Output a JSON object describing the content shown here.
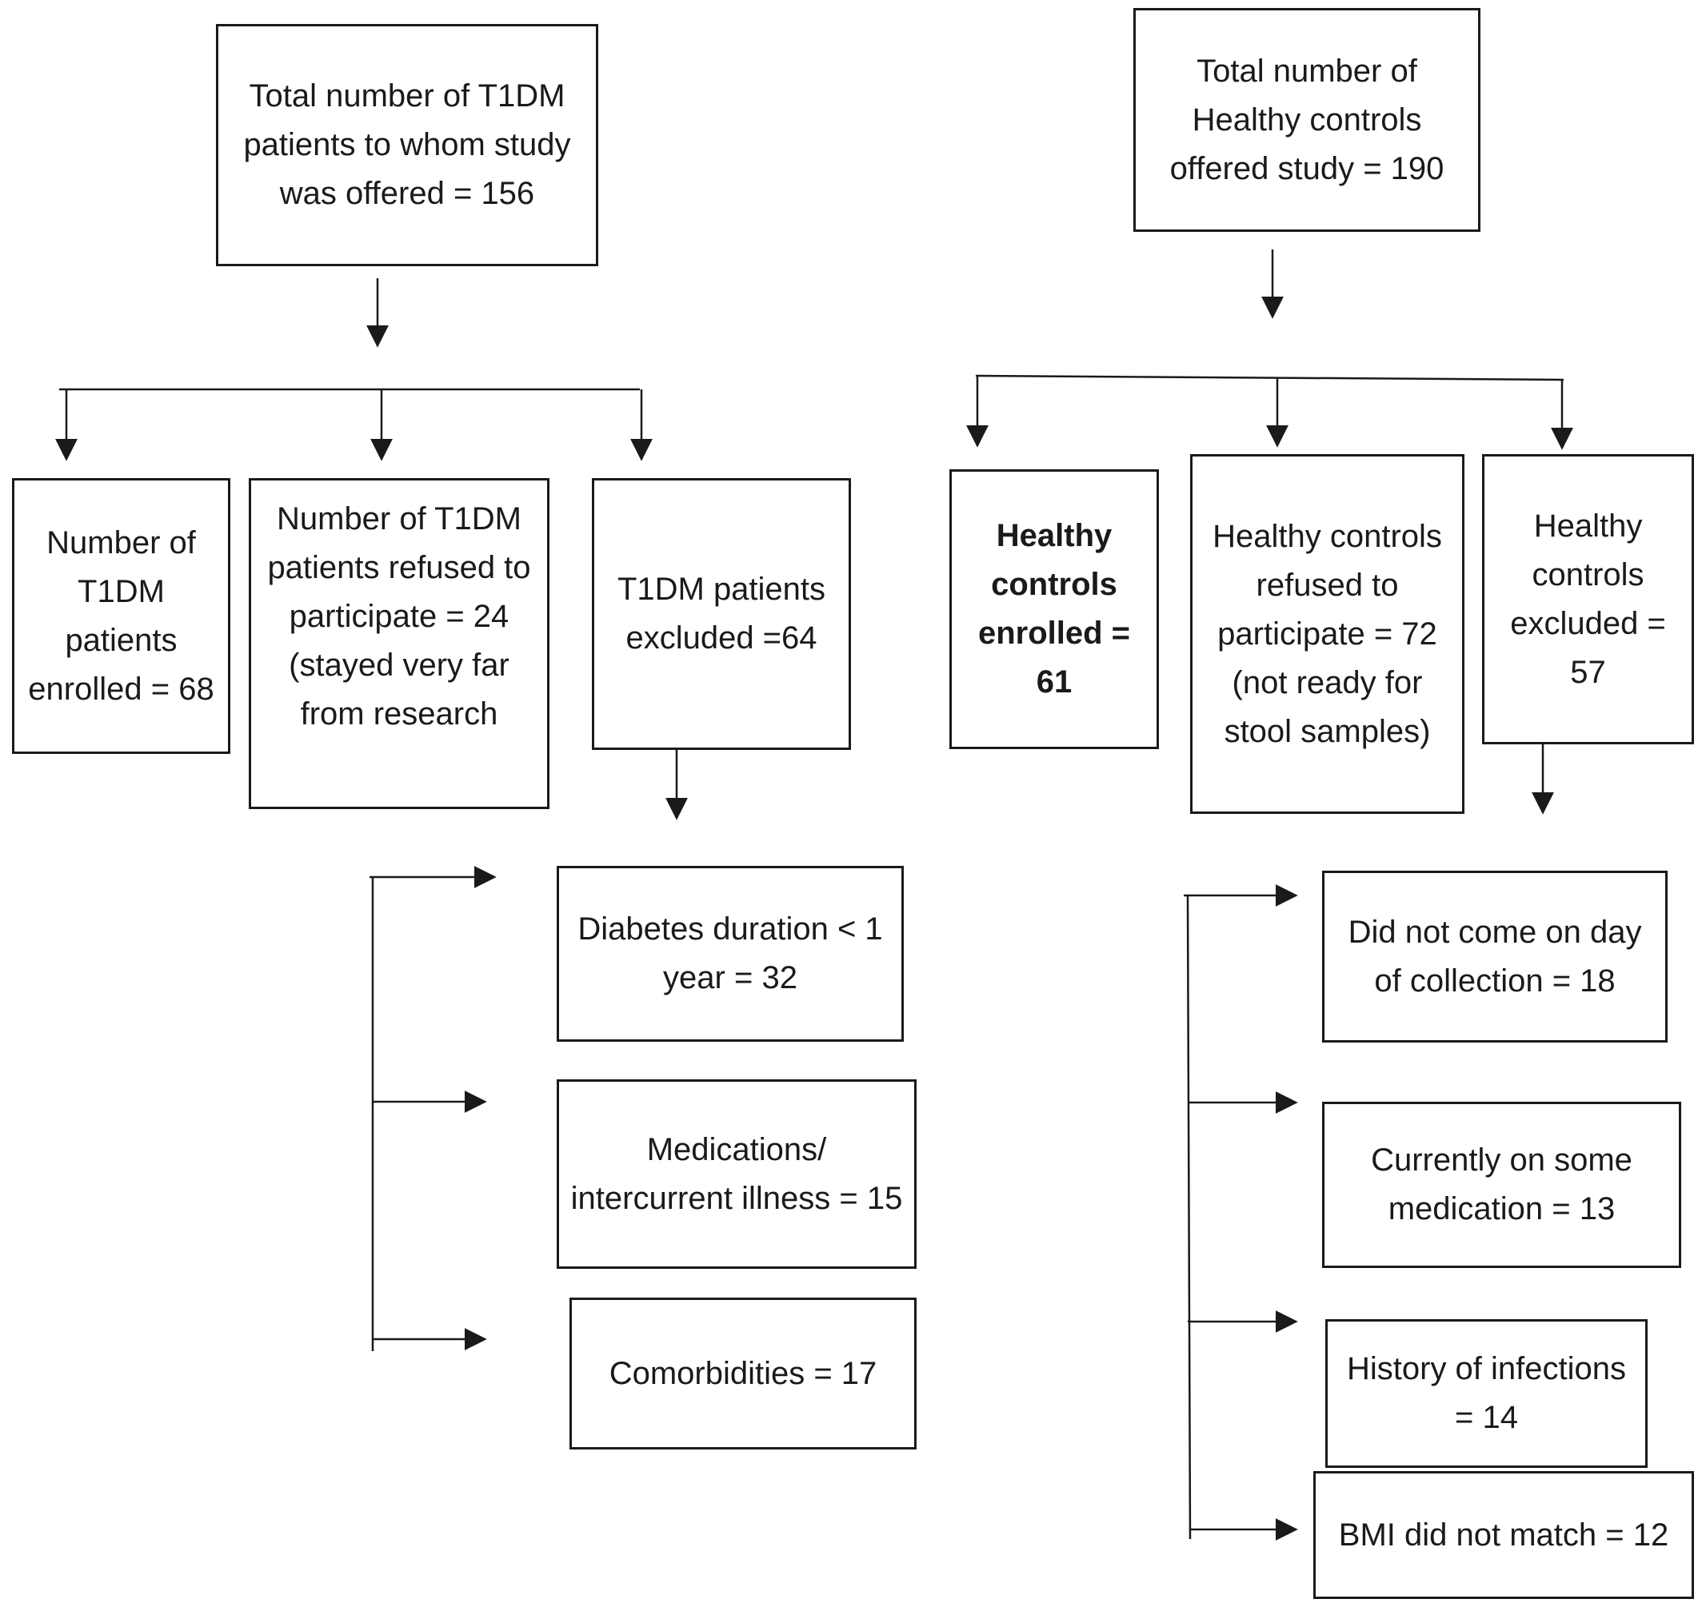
{
  "t1dm": {
    "offered": "Total number of T1DM  patients to whom study was offered = 156",
    "enrolled": "Number of T1DM patients enrolled = 68",
    "refused": "Number of T1DM patients refused to participate = 24 (stayed very far from research",
    "excluded": "T1DM patients excluded =64",
    "reasons": {
      "duration": "Diabetes duration < 1 year = 32",
      "medications": "Medications/ intercurrent illness = 15",
      "comorbidities": "Comorbidities = 17"
    }
  },
  "controls": {
    "offered": "Total number of Healthy controls offered study = 190",
    "enrolled": "Healthy controls enrolled = 61",
    "refused": "Healthy controls refused to participate = 72 (not ready for stool samples)",
    "excluded": "Healthy controls excluded = 57",
    "reasons": {
      "no_show": "Did not come on day of collection = 18",
      "medication": "Currently on some medication = 13",
      "infections": "History of infections = 14",
      "bmi": "BMI did not match = 12"
    }
  }
}
